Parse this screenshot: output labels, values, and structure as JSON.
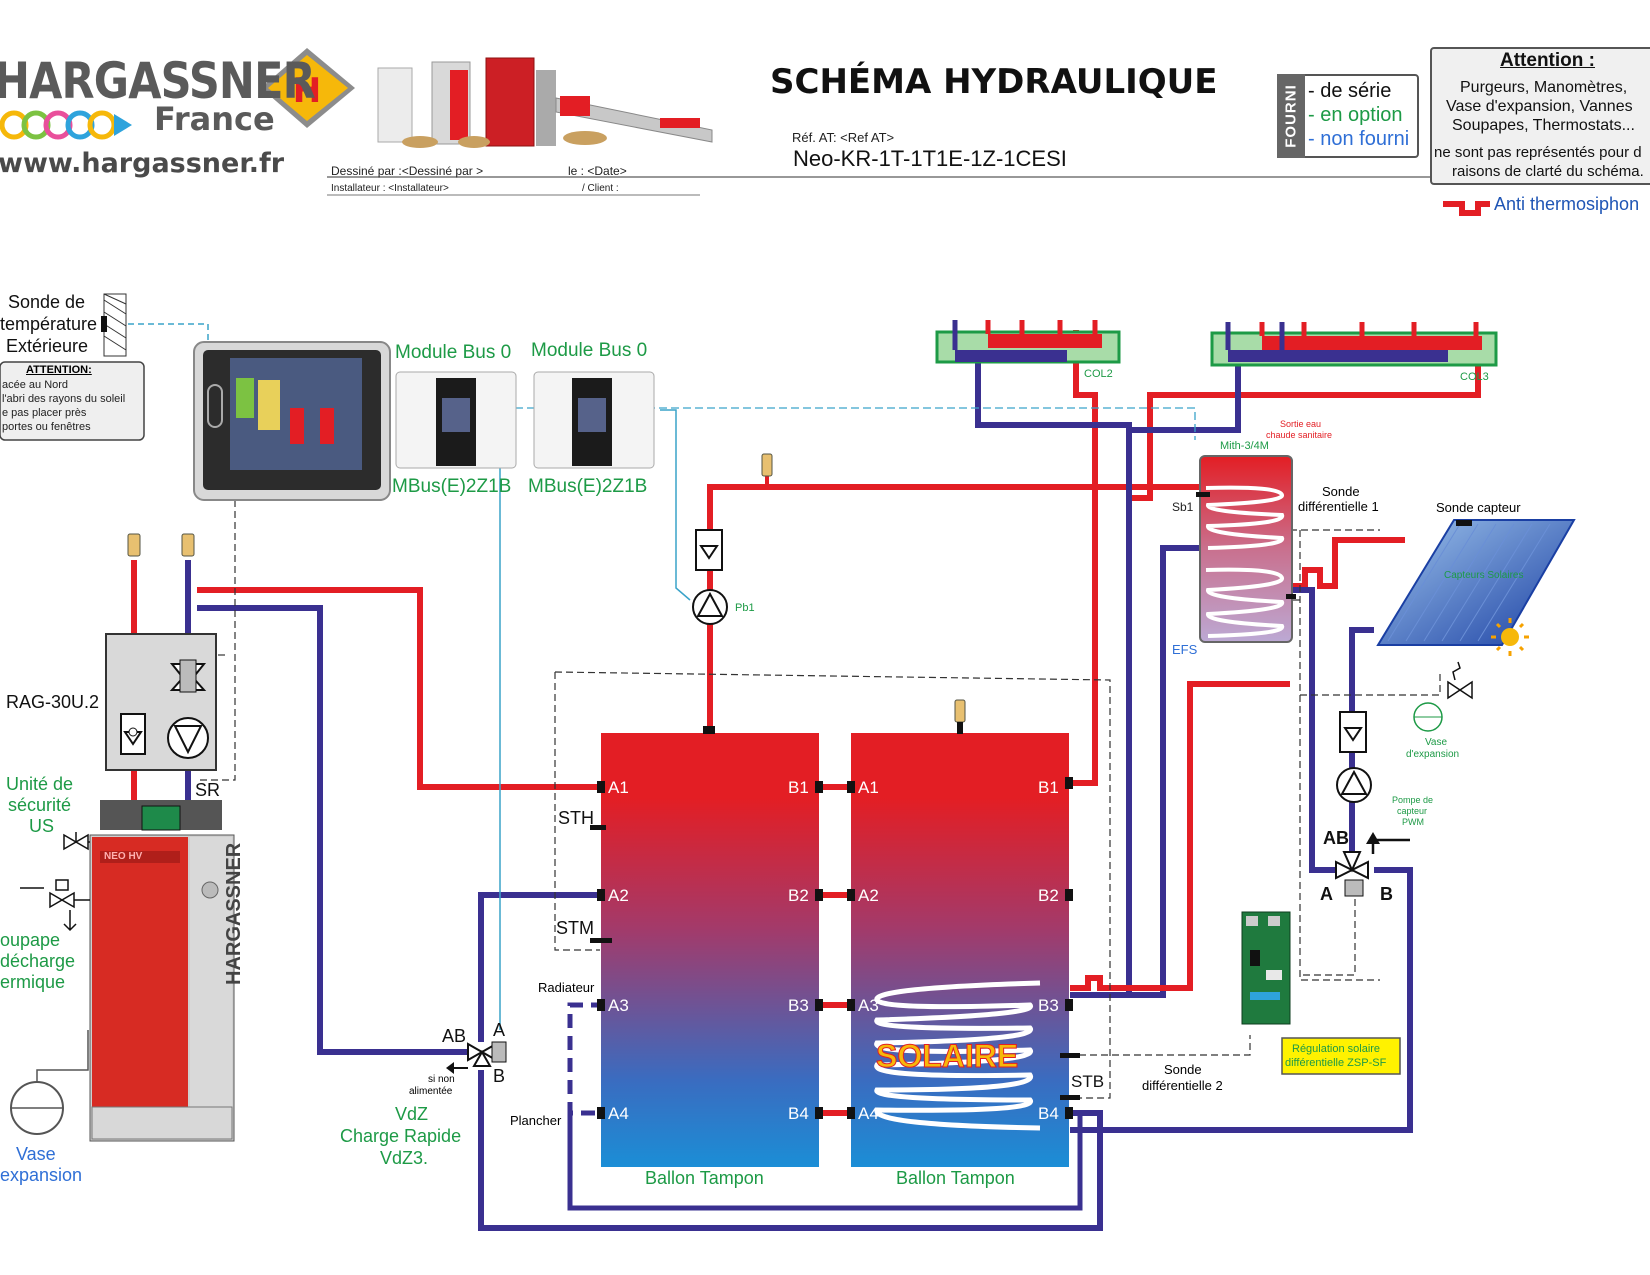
{
  "header": {
    "logo_brand": "HARGASSNER",
    "logo_country": "France",
    "logo_url": "www.hargassner.fr",
    "title": "SCHÉMA HYDRAULIQUE",
    "ref_label": "Réf. AT: <Ref AT>",
    "ref_code": "Neo-KR-1T-1T1E-1Z-1CESI",
    "drawn_by": "Dessiné par :<Dessiné par >",
    "date": "le : <Date>",
    "installer": "Installateur : <Installateur>",
    "client": "/ Client :"
  },
  "legend": {
    "fourni": "FOURNI",
    "de_serie": "- de série",
    "en_option": "- en option",
    "non_fourni": "- non fourni",
    "colors": {
      "serie": "#111111",
      "option": "#1d9a46",
      "non_fourni": "#2f6fd6"
    }
  },
  "attention": {
    "title": "Attention :",
    "lines": [
      "Purgeurs, Manomètres,",
      "Vase d'expansion, Vannes",
      "Soupapes, Thermostats...",
      "ne sont pas représentés pour d",
      "raisons de clarté du schéma."
    ]
  },
  "anti_thermosiphon": "Anti thermosiphon",
  "outdoor_sensor": {
    "label_lines": [
      "Sonde de",
      "température",
      "Extérieure"
    ],
    "note_title": "ATTENTION:",
    "note_lines": [
      "acée au Nord",
      "l'abri des rayons du soleil",
      "e pas placer près",
      "portes ou fenêtres"
    ]
  },
  "modules": {
    "bus1_top": "Module Bus 0",
    "bus2_top": "Module Bus 0",
    "bus1_bottom": "MBus(E)2Z1B",
    "bus2_bottom": "MBus(E)2Z1B"
  },
  "left_labels": {
    "rag": "RAG-30U.2",
    "sr": "SR",
    "safety_unit": [
      "Unité de",
      "sécurité",
      "US"
    ],
    "valve": [
      "oupape",
      "décharge",
      "ermique"
    ],
    "vase": [
      "Vase",
      "expansion"
    ],
    "boiler_brand": "HARGASSNER",
    "boiler_model": "NEO HV"
  },
  "mixing_valve": {
    "ab": "AB",
    "a": "A",
    "b": "B",
    "not_powered": [
      "si non",
      "alimentée"
    ],
    "vdz": [
      "VdZ",
      "Charge Rapide",
      "VdZ3."
    ]
  },
  "tank1": {
    "ports_left": [
      "A1",
      "A2",
      "A3",
      "A4"
    ],
    "ports_right": [
      "B1",
      "B2",
      "B3",
      "B4"
    ],
    "sensors": [
      "STH",
      "STM"
    ],
    "radiateur": "Radiateur",
    "plancher": "Plancher",
    "name": "Ballon Tampon"
  },
  "tank2": {
    "ports_left": [
      "A1",
      "A2",
      "A3",
      "A4"
    ],
    "ports_right": [
      "B1",
      "B2",
      "B3",
      "B4"
    ],
    "solar": "SOLAIRE",
    "stb": "STB",
    "name": "Ballon Tampon"
  },
  "pump_pb1": "Pb1",
  "dhw": {
    "outlet": [
      "Sortie eau",
      "chaude sanitaire"
    ],
    "model": "Mith-3/4M",
    "sb1": "Sb1",
    "efs": "EFS",
    "diff1": [
      "Sonde",
      "différentielle 1"
    ],
    "diff2": [
      "Sonde",
      "différentielle 2"
    ]
  },
  "collectors": {
    "col2": "COL2",
    "col3": "COL3"
  },
  "solar": {
    "sensor": "Sonde capteur",
    "panel": "Capteurs Solaires",
    "vase": [
      "Vase",
      "d'expansion"
    ],
    "pump": [
      "Pompe de",
      "capteur",
      "PWM"
    ],
    "valve_ab": "AB",
    "valve_a": "A",
    "valve_b": "B",
    "regulation": [
      "Régulation solaire",
      "différentielle ZSP-SF"
    ]
  }
}
